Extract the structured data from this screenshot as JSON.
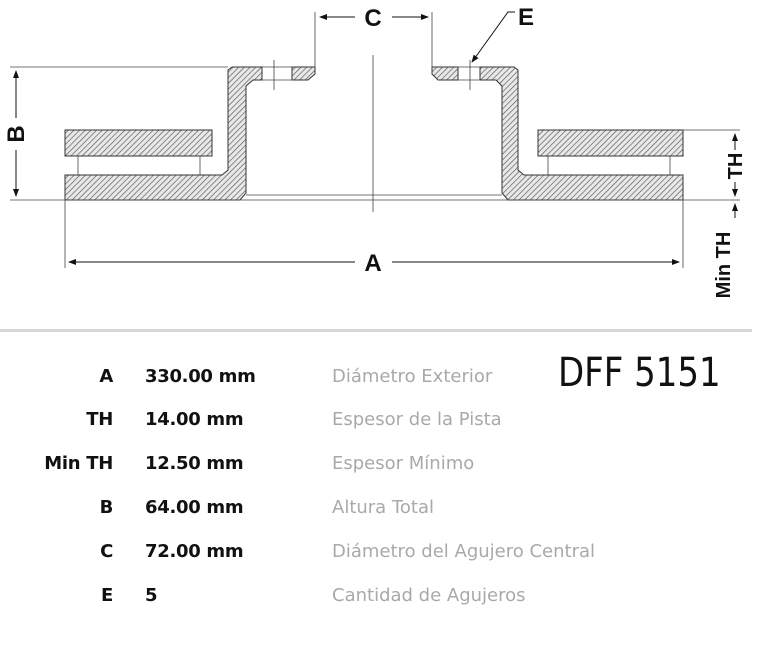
{
  "diagram": {
    "labels": {
      "A": "A",
      "B": "B",
      "C": "C",
      "E": "E",
      "TH": "TH",
      "min_th": "Min TH"
    }
  },
  "product_code": "DFF 5151",
  "specs": [
    {
      "label": "A",
      "value": "330.00 mm",
      "description": "Diámetro Exterior"
    },
    {
      "label": "TH",
      "value": "14.00 mm",
      "description": "Espesor de la Pista"
    },
    {
      "label": "Min TH",
      "value": "12.50 mm",
      "description": "Espesor Mínimo"
    },
    {
      "label": "B",
      "value": "64.00 mm",
      "description": "Altura Total"
    },
    {
      "label": "C",
      "value": "72.00 mm",
      "description": "Diámetro del Agujero Central"
    },
    {
      "label": "E",
      "value": "5",
      "description": "Cantidad de Agujeros"
    }
  ]
}
